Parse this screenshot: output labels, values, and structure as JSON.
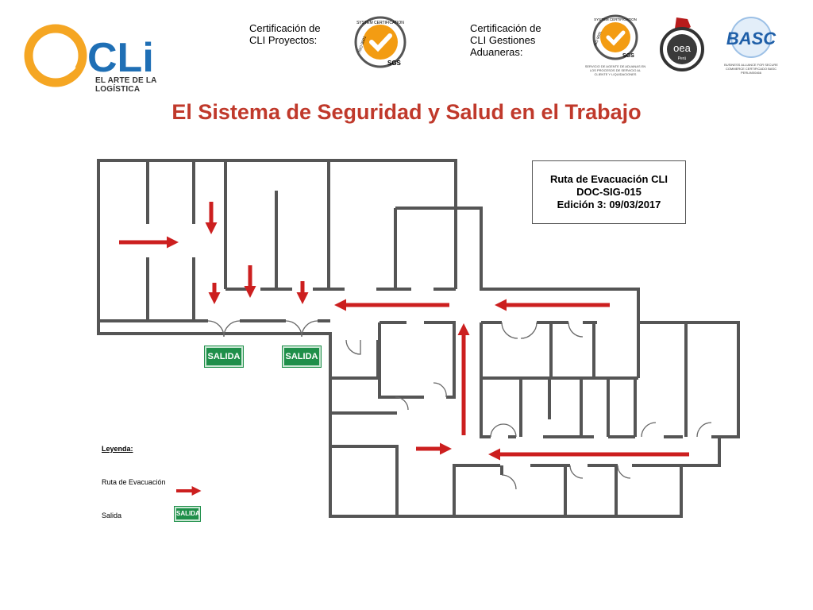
{
  "header": {
    "logo": {
      "name": "CLi",
      "tagline": "EL ARTE DE LA LOGÍSTICA"
    },
    "cert_proyectos": "Certificación de CLI Proyectos:",
    "cert_aduaneras": "Certificación de CLI Gestiones Aduaneras:",
    "sgs_seal_1": {
      "top": "SYSTEM CERTIFICATION",
      "side": "ISO 9001",
      "bottom": "SGS"
    },
    "sgs_seal_2": {
      "top": "SYSTEM CERTIFICATION",
      "side": "ISO 9001",
      "bottom": "SGS",
      "caption": "SERVICIO DE AGENTE DE ADUANAS EN LOS PROCESOS DE SERVICIO AL CLIENTE Y LIQUIDACIONES"
    },
    "oea_seal": {
      "main": "oea",
      "sub": "Perú"
    },
    "basc_seal": {
      "main": "BASC",
      "caption": "BUSINESS ALLIANCE FOR SECURE COMMERCE CERTIFICADO BASC PERLIM00466"
    }
  },
  "title": "El Sistema de Seguridad y Salud en el Trabajo",
  "info_box": {
    "line1": "Ruta de Evacuación CLI",
    "line2": "DOC-SIG-015",
    "line3": "Edición 3:  09/03/2017"
  },
  "exits": [
    "SALIDA",
    "SALIDA"
  ],
  "legend": {
    "heading": "Leyenda:",
    "route_label": "Ruta de Evacuación",
    "exit_label": "Salida",
    "exit_sign": "SALIDA"
  },
  "colors": {
    "title": "#c0392b",
    "arrow": "#cc1f1f",
    "exit_sign": "#1f8f4a",
    "wall": "#555555",
    "logo_orange": "#f5a623",
    "logo_blue": "#1f6fb5"
  }
}
